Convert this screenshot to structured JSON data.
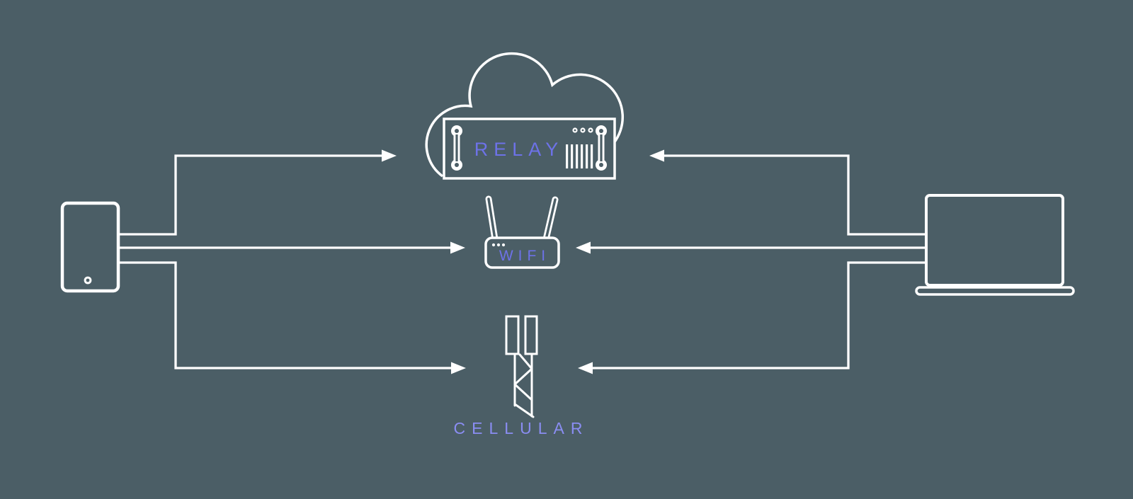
{
  "diagram": {
    "background_color": "#4b5e66",
    "line_color": "#ffffff",
    "nodes": {
      "phone": {
        "icon": "smartphone-icon"
      },
      "laptop": {
        "icon": "laptop-icon"
      },
      "relay": {
        "label": "RELAY",
        "label_color": "#6d72e8",
        "icon": "cloud-server-icon"
      },
      "wifi": {
        "label": "WIFI",
        "label_color": "#6d72e8",
        "icon": "wifi-router-icon"
      },
      "cellular": {
        "label": "CELLULAR",
        "label_color": "#8a8df2",
        "icon": "cell-tower-icon"
      }
    },
    "edges": [
      {
        "from": "phone",
        "to": "relay"
      },
      {
        "from": "phone",
        "to": "wifi"
      },
      {
        "from": "phone",
        "to": "cellular"
      },
      {
        "from": "laptop",
        "to": "relay"
      },
      {
        "from": "laptop",
        "to": "wifi"
      },
      {
        "from": "laptop",
        "to": "cellular"
      }
    ]
  }
}
